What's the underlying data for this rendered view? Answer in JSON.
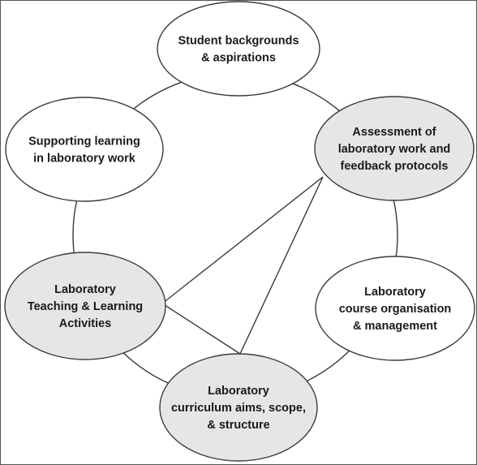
{
  "colors": {
    "stroke": "#3a3a3a",
    "plain_fill": "#ffffff",
    "shaded_fill": "#e6e6e6",
    "text": "#1a1a1a",
    "frame": "#555555"
  },
  "nodes": [
    {
      "id": "student-backgrounds",
      "shaded": false,
      "lines": [
        "Student backgrounds",
        "& aspirations"
      ]
    },
    {
      "id": "assessment",
      "shaded": true,
      "lines": [
        "Assessment of",
        "laboratory work and",
        "feedback protocols"
      ]
    },
    {
      "id": "course-organisation",
      "shaded": false,
      "lines": [
        "Laboratory",
        "course organisation",
        "& management"
      ]
    },
    {
      "id": "curriculum",
      "shaded": true,
      "lines": [
        "Laboratory",
        "curriculum aims, scope,",
        "& structure"
      ]
    },
    {
      "id": "teaching-learning",
      "shaded": true,
      "lines": [
        "Laboratory",
        "Teaching & Learning",
        "Activities"
      ]
    },
    {
      "id": "supporting-learning",
      "shaded": false,
      "lines": [
        "Supporting learning",
        "in laboratory work"
      ]
    }
  ],
  "links": [
    {
      "from": "assessment",
      "to": "teaching-learning"
    },
    {
      "from": "assessment",
      "to": "curriculum"
    },
    {
      "from": "teaching-learning",
      "to": "curriculum"
    }
  ]
}
